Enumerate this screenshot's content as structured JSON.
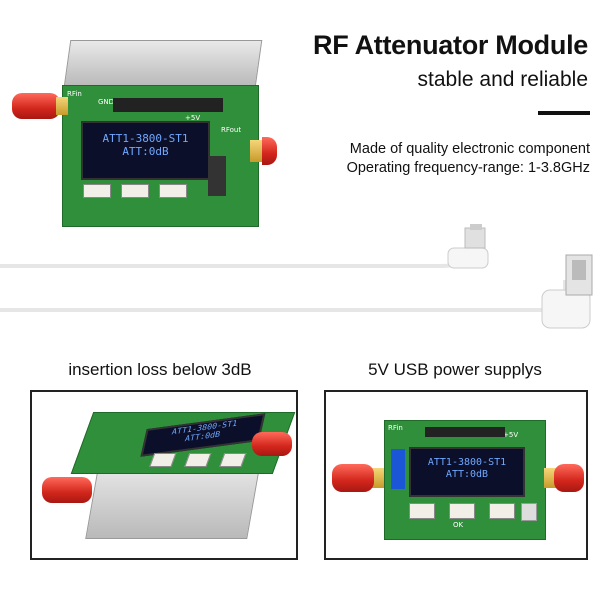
{
  "header": {
    "title": "RF Attenuator Module",
    "subtitle": "stable and reliable"
  },
  "features": [
    "Made of quality electronic component",
    "Operating frequency-range: 1-3.8GHz"
  ],
  "panels": {
    "left_caption": "insertion loss below 3dB",
    "right_caption": "5V USB power supplys"
  },
  "display": {
    "line1": "ATT1-3800-ST1",
    "line2": "ATT:0dB"
  },
  "board_labels": {
    "rf_in": "RFin",
    "rf_out": "RFout",
    "gnd": "GND",
    "v5": "+5V",
    "ok": "OK"
  },
  "colors": {
    "pcb": "#2f8f3a",
    "connector": "#d2261c",
    "oled_text": "#6fa8ff"
  }
}
